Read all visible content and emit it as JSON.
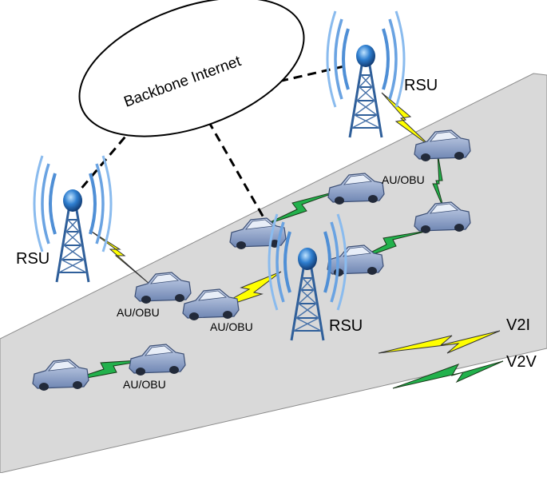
{
  "diagram": {
    "cloud_label": "Backbone Internet",
    "rsu_labels": [
      "RSU",
      "RSU",
      "RSU"
    ],
    "obu_labels": [
      "AU/OBU",
      "AU/OBU",
      "AU/OBU",
      "AU/OBU"
    ],
    "legend": {
      "v2i_label": "V2I",
      "v2v_label": "V2V",
      "v2i_color": "#ffff00",
      "v2v_color": "#22b14c"
    },
    "colors": {
      "road": "#d9d9d9",
      "tower": "#2f5f9a",
      "car": "#8ea3c9"
    }
  }
}
